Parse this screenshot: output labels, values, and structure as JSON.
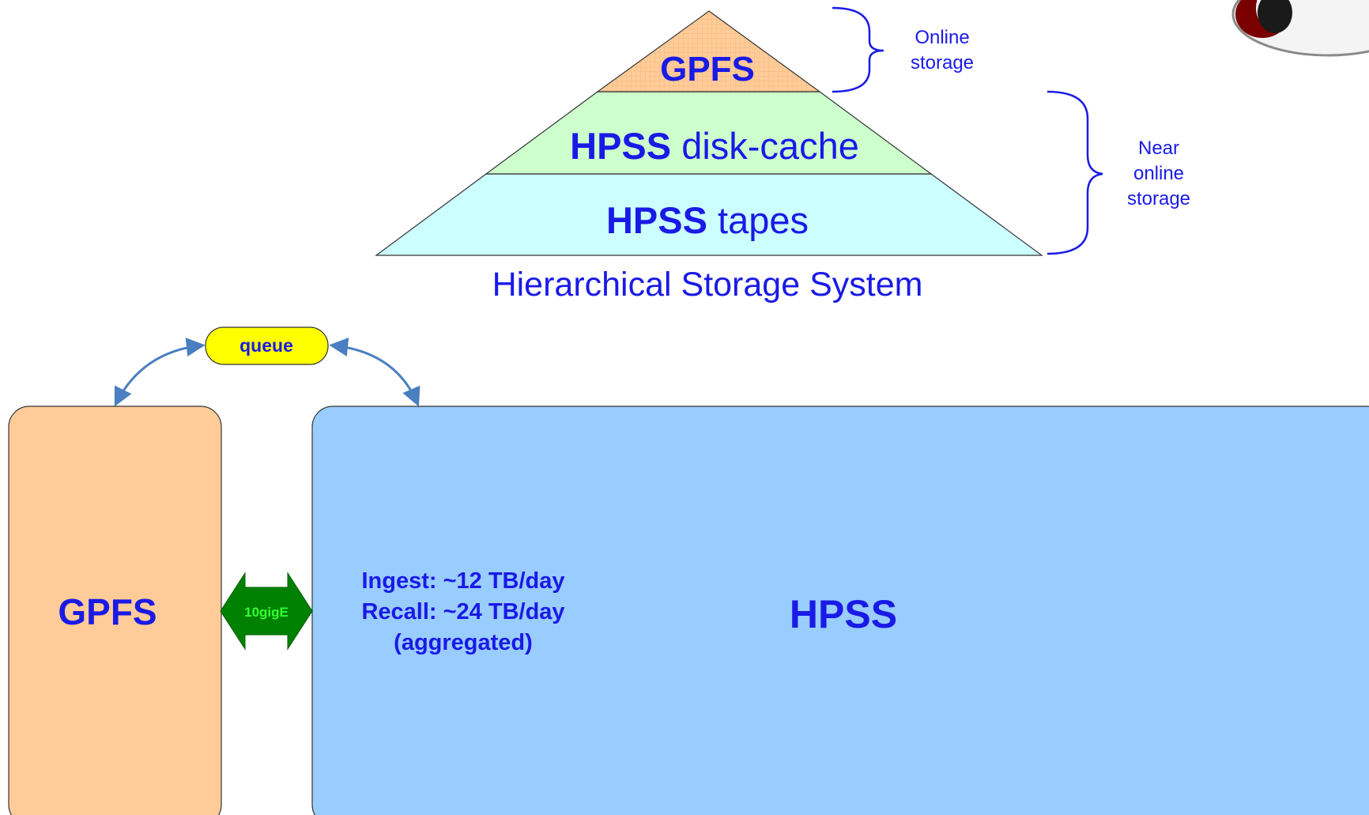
{
  "pyramid": {
    "top_label": "GPFS",
    "middle_label_bold": "HPSS",
    "middle_label_rest": " disk-cache",
    "bottom_label_bold": "HPSS",
    "bottom_label_rest": " tapes",
    "caption": "Hierarchical Storage System"
  },
  "braces": {
    "online_line1": "Online",
    "online_line2": "storage",
    "near_line1": "Near",
    "near_line2": "online",
    "near_line3": "storage"
  },
  "queue": {
    "label": "queue"
  },
  "gpfs_box": {
    "label": "GPFS"
  },
  "link": {
    "label": "10gigE"
  },
  "hpss_box": {
    "label": "HPSS",
    "rate_line1": "Ingest: ~12 TB/day",
    "rate_line2": "Recall: ~24 TB/day",
    "rate_line3": "(aggregated)"
  },
  "colors": {
    "text_blue": "#1a1ae6",
    "gpfs_fill": "#ffcc99",
    "hpss_fill": "#99ccff",
    "disk_cache_fill": "#ccffcc",
    "tapes_fill": "#ccffff",
    "queue_fill": "#ffff00",
    "arrow_blue": "#4a7fc1",
    "link_green": "#008000",
    "link_text": "#33ff33"
  }
}
